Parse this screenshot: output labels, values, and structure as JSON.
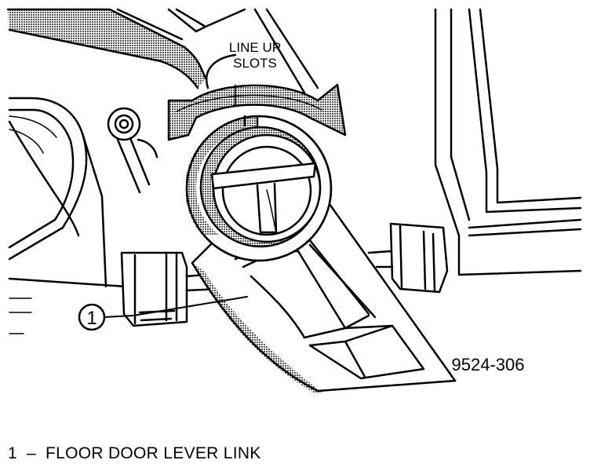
{
  "diagram": {
    "annotation_line1": "LINE UP",
    "annotation_line2": "SLOTS",
    "callout_number": "1",
    "figure_id": "9524-306"
  },
  "legend": {
    "number": "1",
    "dash": "–",
    "text": "FLOOR DOOR LEVER LINK"
  },
  "colors": {
    "ink": "#000000",
    "paper": "#ffffff",
    "shading": "#7a7a7a"
  }
}
